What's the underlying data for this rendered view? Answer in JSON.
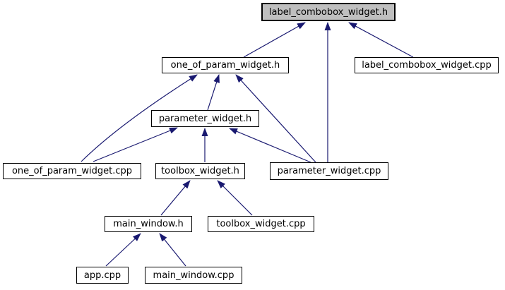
{
  "graph": {
    "nodes": [
      {
        "label": "label_combobox_widget.h",
        "highlighted": true
      },
      {
        "label": "one_of_param_widget.h",
        "highlighted": false
      },
      {
        "label": "label_combobox_widget.cpp",
        "highlighted": false
      },
      {
        "label": "parameter_widget.h",
        "highlighted": false
      },
      {
        "label": "one_of_param_widget.cpp",
        "highlighted": false
      },
      {
        "label": "toolbox_widget.h",
        "highlighted": false
      },
      {
        "label": "parameter_widget.cpp",
        "highlighted": false
      },
      {
        "label": "main_window.h",
        "highlighted": false
      },
      {
        "label": "toolbox_widget.cpp",
        "highlighted": false
      },
      {
        "label": "app.cpp",
        "highlighted": false
      },
      {
        "label": "main_window.cpp",
        "highlighted": false
      }
    ],
    "edges": [
      {
        "from": "one_of_param_widget.h",
        "to": "label_combobox_widget.h"
      },
      {
        "from": "parameter_widget.cpp",
        "to": "label_combobox_widget.h"
      },
      {
        "from": "label_combobox_widget.cpp",
        "to": "label_combobox_widget.h"
      },
      {
        "from": "one_of_param_widget.cpp",
        "to": "one_of_param_widget.h"
      },
      {
        "from": "parameter_widget.h",
        "to": "one_of_param_widget.h"
      },
      {
        "from": "parameter_widget.cpp",
        "to": "one_of_param_widget.h"
      },
      {
        "from": "one_of_param_widget.cpp",
        "to": "parameter_widget.h"
      },
      {
        "from": "toolbox_widget.h",
        "to": "parameter_widget.h"
      },
      {
        "from": "parameter_widget.cpp",
        "to": "parameter_widget.h"
      },
      {
        "from": "main_window.h",
        "to": "toolbox_widget.h"
      },
      {
        "from": "toolbox_widget.cpp",
        "to": "toolbox_widget.h"
      },
      {
        "from": "app.cpp",
        "to": "main_window.h"
      },
      {
        "from": "main_window.cpp",
        "to": "main_window.h"
      }
    ],
    "colors": {
      "edge": "#191970",
      "node_border": "#000000",
      "node_fill": "#ffffff",
      "highlight_fill": "#bfbfbf",
      "text": "#000000",
      "background": "#ffffff"
    }
  }
}
